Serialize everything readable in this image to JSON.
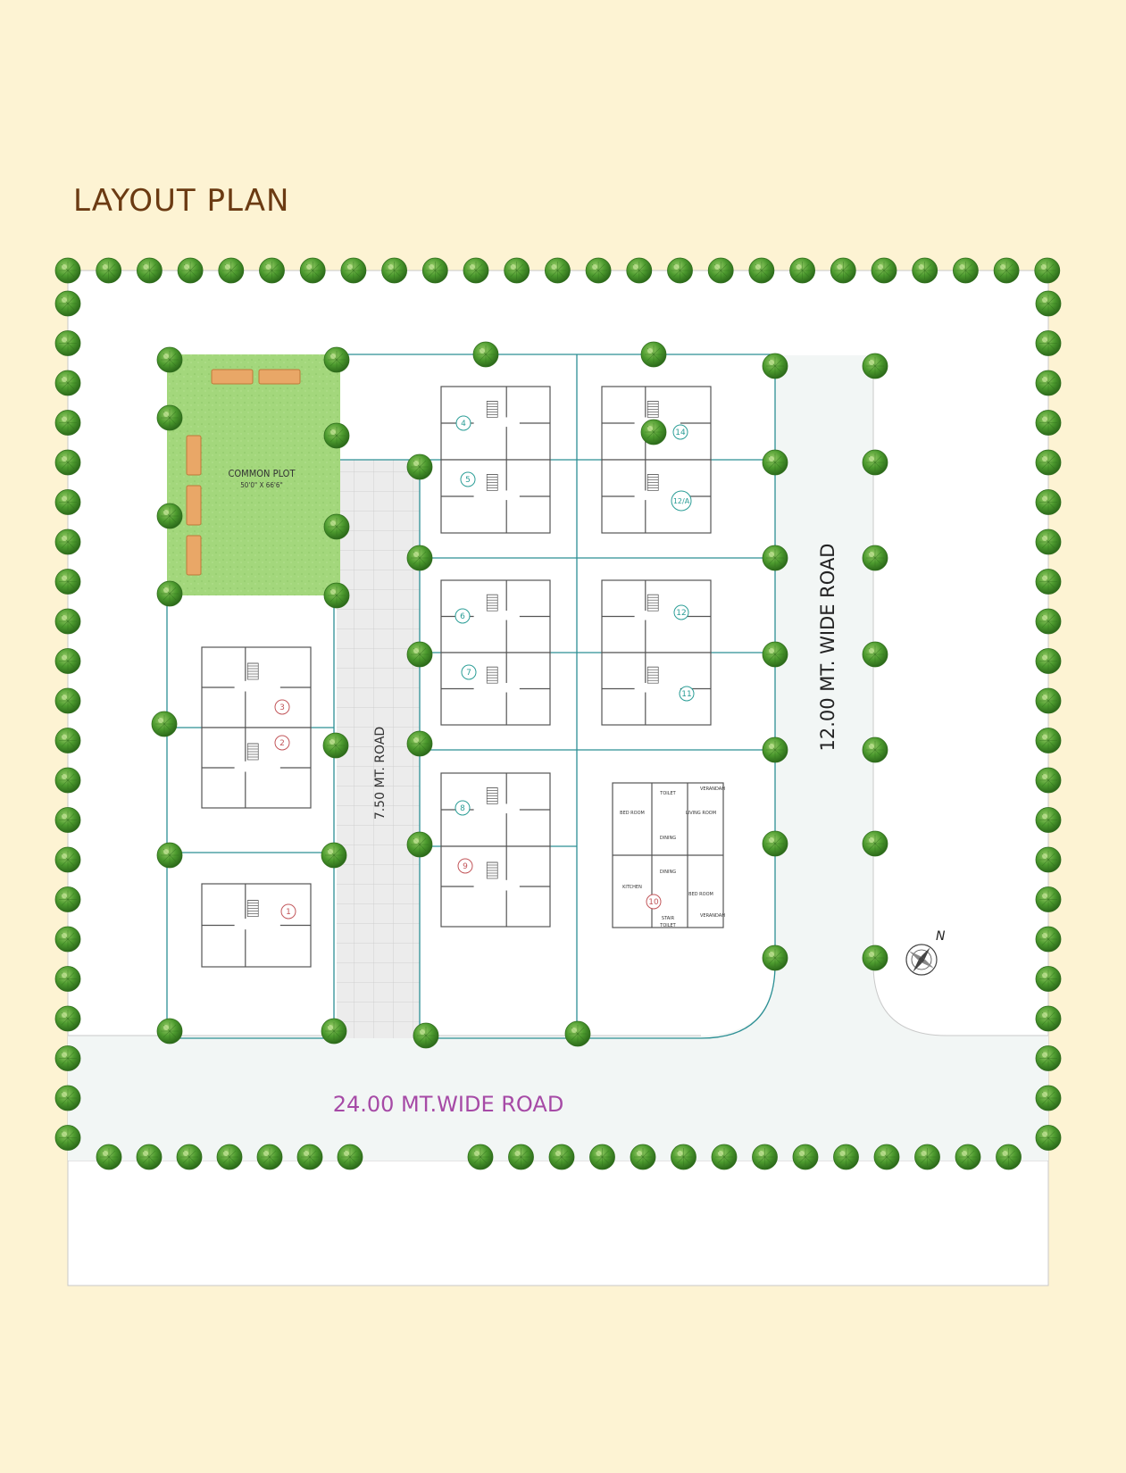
{
  "title": "LAYOUT PLAN",
  "common_plot": {
    "label": "COMMON PLOT",
    "size": "50'0\" X 66'6\""
  },
  "roads": {
    "internal": "7.50 MT. ROAD",
    "east": "12.00 MT. WIDE ROAD",
    "south": "24.00 MT.WIDE ROAD"
  },
  "compass": {
    "north": "N"
  },
  "plot_numbers": [
    "1",
    "2",
    "3",
    "4",
    "5",
    "6",
    "7",
    "8",
    "9",
    "10",
    "11",
    "12",
    "12/A",
    "14"
  ],
  "room_labels": {
    "bedroom": "BED ROOM",
    "living_room": "LIVING ROOM",
    "dining": "DINING",
    "kitchen": "KITCHEN",
    "bedroom_2": "BED ROOM",
    "toilet": "TOILET",
    "verandah": "VERANDAH",
    "verandah_2": "VERANDAH",
    "stair": "STAIR",
    "toilet_2": "TOILET",
    "dining_2": "DINING"
  },
  "colors": {
    "background": "#fdf3d3",
    "site": "#ffffff",
    "road": "#f2f6f5",
    "boundary": "#2c8f94",
    "common_plot": "#9fd579",
    "tree": "#3f8a2a",
    "plot_label_teal": "#2a9d96",
    "plot_label_red": "#c2565a",
    "road_label_purple": "#a64aa6"
  }
}
